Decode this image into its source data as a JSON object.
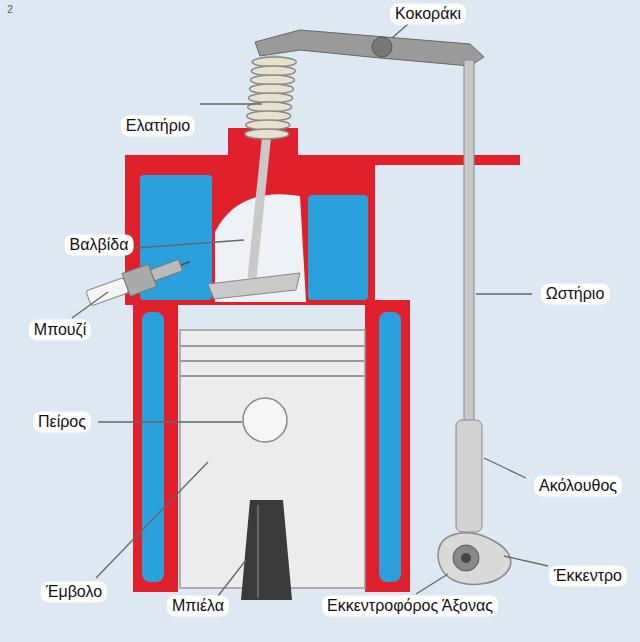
{
  "diagram": {
    "labels": [
      "2",
      "Κοκοράκι",
      "Ελατήριο",
      "Βαλβίδα",
      "Ωστήριο",
      "Μπουζί",
      "Πείρος",
      "Ακόλουθος",
      "Έμβολο",
      "Έκκεντρο",
      "Μπιέλα",
      "Εκκεντροφόρος Άξονας"
    ]
  }
}
